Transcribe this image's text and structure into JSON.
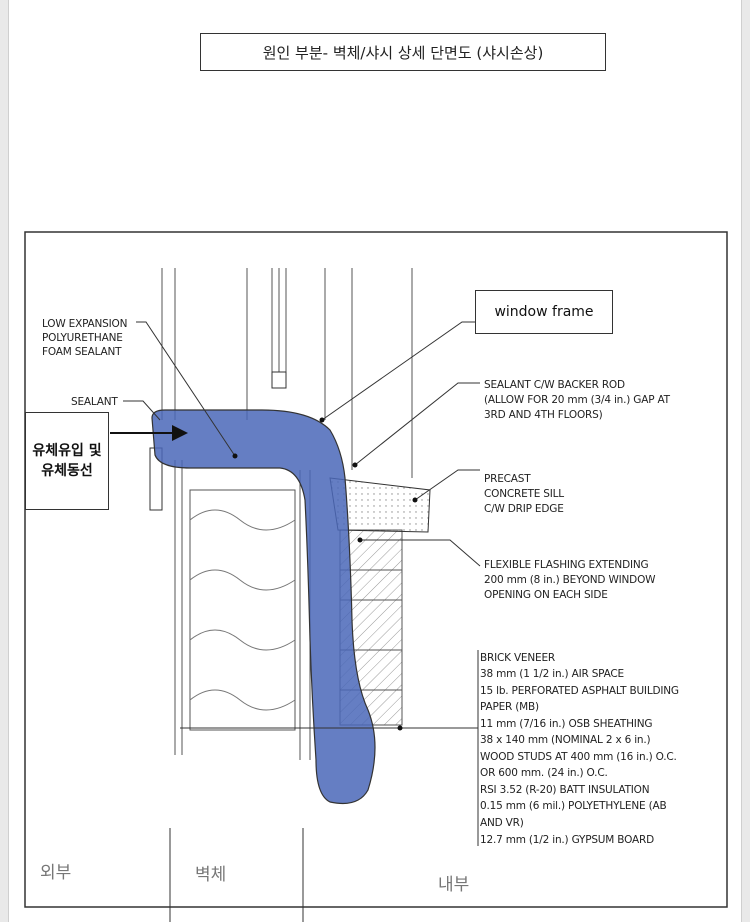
{
  "title": "원인 부분- 벽체/샤시 상세 단면도 (샤시손상)",
  "callouts": {
    "fluid_line1": "유체유입 및",
    "fluid_line2": "유체동선",
    "window_frame": "window  frame"
  },
  "labels": {
    "foam": [
      "LOW EXPANSION",
      "POLYURETHANE",
      "FOAM SEALANT"
    ],
    "sealant": "SEALANT",
    "backer_rod": [
      "SEALANT C/W BACKER ROD",
      "(ALLOW FOR 20 mm (3/4 in.) GAP AT",
      "3RD AND 4TH FLOORS)"
    ],
    "sill": [
      "PRECAST",
      "CONCRETE SILL",
      "C/W DRIP EDGE"
    ],
    "flashing": [
      "FLEXIBLE FLASHING EXTENDING",
      "200 mm (8 in.) BEYOND WINDOW",
      "OPENING ON EACH SIDE"
    ],
    "wall_layers": [
      "BRICK VENEER",
      "38 mm (1 1/2 in.) AIR SPACE",
      "15 lb. PERFORATED ASPHALT BUILDING",
      "PAPER (MB)",
      "11 mm (7/16 in.) OSB SHEATHING",
      "38 x 140 mm (NOMINAL 2 x 6 in.)",
      "WOOD STUDS AT 400 mm (16 in.) O.C.",
      "OR 600 mm. (24 in.) O.C.",
      "RSI 3.52 (R-20) BATT INSULATION",
      "0.15 mm (6 mil.) POLYETHYLENE (AB",
      "AND VR)",
      "12.7 mm (1/2 in.) GYPSUM BOARD"
    ]
  },
  "zones": {
    "exterior": "외부",
    "wall": "벽체",
    "interior": "내부"
  },
  "colors": {
    "fluid": "#4a67b8"
  }
}
